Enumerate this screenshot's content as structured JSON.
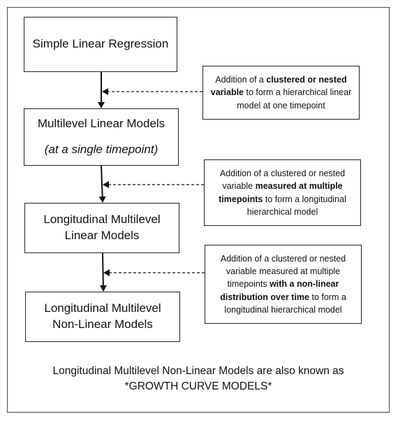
{
  "boxes": {
    "simple": "Simple Linear Regression",
    "multilevel_line1": "Multilevel Linear Models",
    "multilevel_line2": "(at a single timepoint)",
    "longitudinal": "Longitudinal Multilevel Linear Models",
    "nonlinear": "Longitudinal Multilevel Non-Linear Models"
  },
  "notes": {
    "note1": {
      "t1": "Addition of a ",
      "b1": "clustered or nested variable",
      "t2": " to form a hierarchical linear model at one timepoint"
    },
    "note2": {
      "t1": "Addition of a clustered or nested variable ",
      "b1": "measured at multiple timepoints",
      "t2": " to form a longitudinal hierarchical model"
    },
    "note3": {
      "t1": "Addition of a clustered or nested variable measured at multiple timepoints ",
      "b1": "with a non-linear distribution over time",
      "t2": " to form a longitudinal hierarchical model"
    }
  },
  "caption": {
    "line1": "Longitudinal Multilevel Non-Linear Models are also known as",
    "line2": "*GROWTH CURVE MODELS*"
  }
}
